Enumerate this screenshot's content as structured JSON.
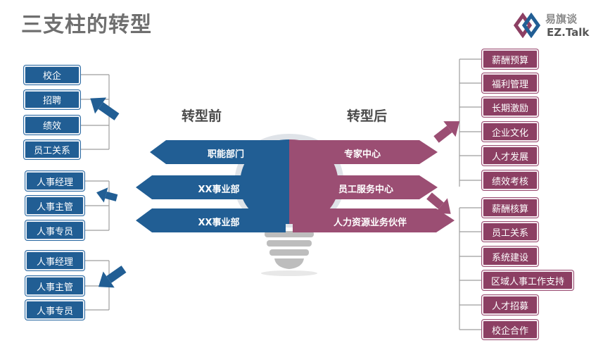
{
  "title": "三支柱的转型",
  "logo": {
    "text_cn": "易旗谈",
    "text_en": "EZ.Talk"
  },
  "headers": {
    "before": "转型前",
    "after": "转型后"
  },
  "left_banners": [
    "职能部门",
    "XX事业部",
    "XX事业部"
  ],
  "right_banners": [
    "专家中心",
    "员工服务中心",
    "人力资源业务伙伴"
  ],
  "left_groups": [
    [
      "校企",
      "招聘",
      "绩效",
      "员工关系"
    ],
    [
      "人事经理",
      "人事主管",
      "人事专员"
    ],
    [
      "人事经理",
      "人事主管",
      "人事专员"
    ]
  ],
  "right_groups": [
    [
      "薪酬预算",
      "福利管理",
      "长期激励",
      "企业文化",
      "人才发展",
      "绩效考核"
    ],
    [
      "薪酬核算",
      "员工关系",
      "系统建设",
      "区域人事工作支持",
      "人才招募",
      "校企合作"
    ]
  ],
  "colors": {
    "blue": "#215e94",
    "pink": "#8c3f63",
    "bulb_base": "#bdbdbd",
    "title": "#6f6f6f"
  }
}
